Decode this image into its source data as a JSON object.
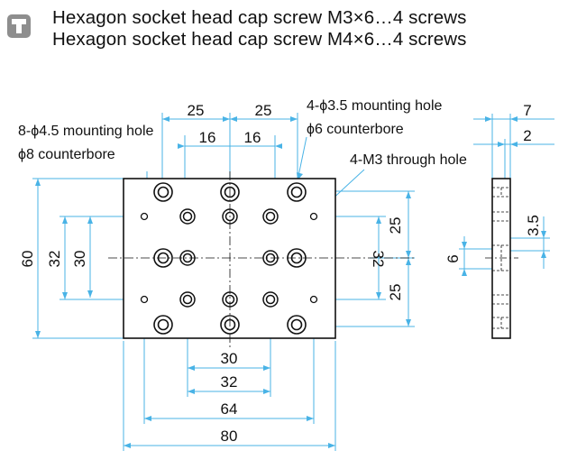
{
  "header": {
    "icon": "screw-icon",
    "line1": "Hexagon socket head cap screw M3×6…4 screws",
    "line2": "Hexagon socket head cap screw M4×6…4 screws"
  },
  "notes": {
    "mount45_a": "8-ϕ4.5 mounting hole",
    "mount45_b": "ϕ8 counterbore",
    "mount35_a": "4-ϕ3.5 mounting hole",
    "mount35_b": "ϕ6 counterbore",
    "through": "4-M3 through hole"
  },
  "dims": {
    "d25a": "25",
    "d25b": "25",
    "d16a": "16",
    "d16b": "16",
    "d60": "60",
    "d32l": "32",
    "d30l": "30",
    "d32r": "32",
    "d25r1": "25",
    "d25r2": "25",
    "d30b": "30",
    "d32b": "32",
    "d64b": "64",
    "d80b": "80",
    "s7": "7",
    "s2": "2",
    "s35": "3.5",
    "s6": "6"
  },
  "colors": {
    "dim_line": "#49b3e6",
    "ink": "#111111",
    "badge": "#8e8e8e"
  }
}
